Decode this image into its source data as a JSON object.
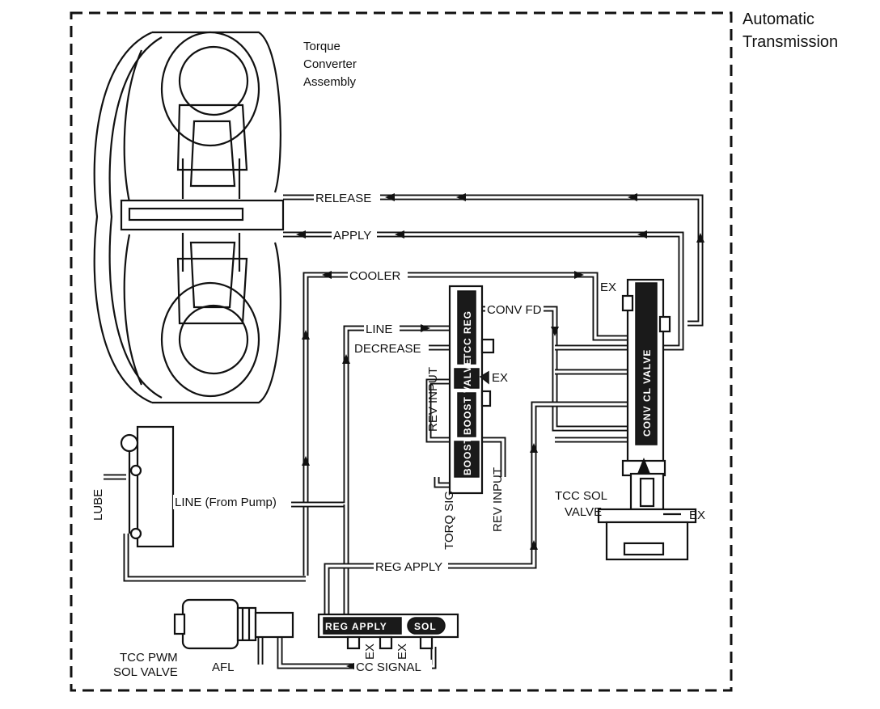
{
  "region": {
    "title_line1": "Automatic",
    "title_line2": "Transmission"
  },
  "components": {
    "torque_converter": {
      "line1": "Torque",
      "line2": "Converter",
      "line3": "Assembly"
    },
    "tcc_pwm_sol_valve": {
      "line1": "TCC PWM",
      "line2": "SOL VALVE"
    },
    "tcc_sol_valve": {
      "line1": "TCC SOL",
      "line2": "VALVE"
    },
    "boost_valve_label": "BOOST VALVE",
    "boost_valve_lower_label": "BOOST",
    "tcc_reg_valve_label": "TCC REG",
    "conv_clutch_valve_label": "CONV CL VALVE",
    "reg_apply_valve_label": "REG APPLY",
    "reg_apply_valve_suffix": "SOL"
  },
  "passages": {
    "release": "RELEASE",
    "apply": "APPLY",
    "cooler": "COOLER",
    "line": "LINE",
    "decrease": "DECREASE",
    "conv_fd": "CONV FD",
    "ex": "EX",
    "rev_input": "REV INPUT",
    "torq_sig": "TORQ SIG",
    "line_from_pump": "LINE (From Pump)",
    "lube": "LUBE",
    "reg_apply": "REG APPLY",
    "afl": "AFL",
    "cc_signal": "CC SIGNAL"
  }
}
